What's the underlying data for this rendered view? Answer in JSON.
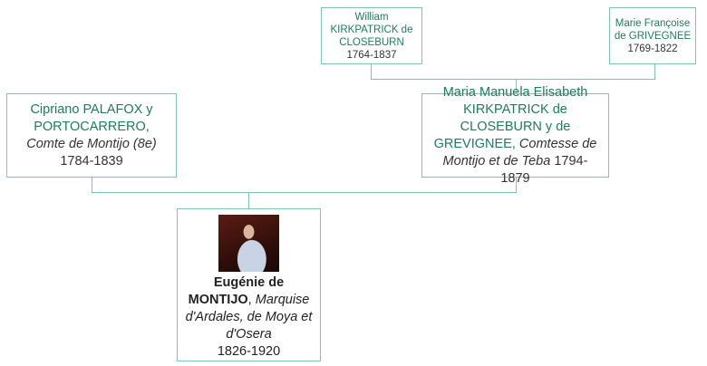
{
  "people": {
    "william": {
      "name": "William KIRKPATRICK de CLOSEBURN",
      "dates": "1764-1837"
    },
    "marie": {
      "name": "Marie Françoise de GRIVEGNEE",
      "dates": "1769-1822"
    },
    "cipriano": {
      "name": "Cipriano PALAFOX y PORTOCARRERO,",
      "title": "Comte de Montijo (8e)",
      "dates": "1784-1839"
    },
    "maria": {
      "name": "Maria Manuela Elisabeth KIRKPATRICK de CLOSEBURN y de GREVIGNEE,",
      "title": "Comtesse de Montijo et de Teba",
      "dates": "1794-1879"
    },
    "eugenie": {
      "name": "Eugénie de MONTIJO",
      "comma": ",",
      "title": "Marquise d'Ardales, de Moya et d'Osera",
      "dates": "1826-1920"
    }
  },
  "colors": {
    "name": "#1b7d5c",
    "border": "#7cc6b0"
  }
}
